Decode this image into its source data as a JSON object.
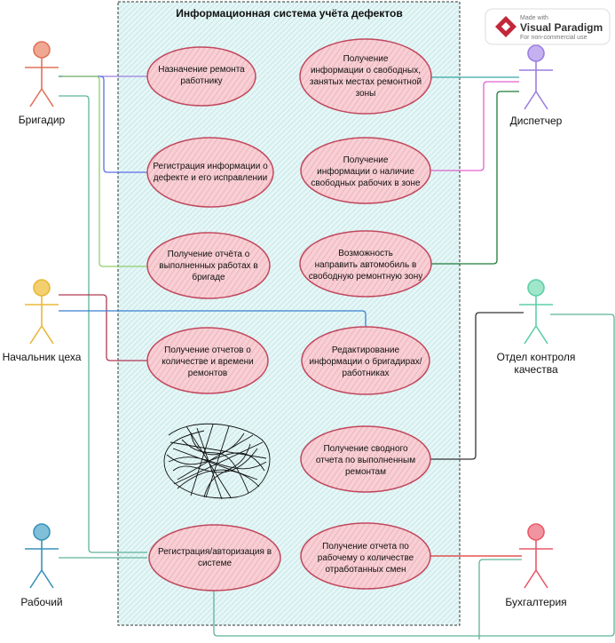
{
  "system": {
    "title": "Информационная система учёта дефектов"
  },
  "watermark": {
    "made_with": "Made with",
    "brand": "Visual Paradigm",
    "note": "For non-commercial use"
  },
  "actors": {
    "foreman": {
      "label": "Бригадир",
      "color": "#e0735a"
    },
    "shop_chief": {
      "label": "Начальник цеха",
      "color": "#e8b83a"
    },
    "worker": {
      "label": "Рабочий",
      "color": "#3a92b8"
    },
    "dispatcher": {
      "label": "Диспетчер",
      "color": "#9b7fe0"
    },
    "quality": {
      "label": "Отдел контроля качества",
      "color": "#5fcfa8"
    },
    "accounting": {
      "label": "Бухгалтерия",
      "color": "#e85a6a"
    }
  },
  "usecases": {
    "uc1": [
      "Назначение ремонта",
      "работнику"
    ],
    "uc2": [
      "Регистрация информации о",
      "дефекте и его исправлении"
    ],
    "uc3": [
      "Получение отчёта о",
      "выполненных работах в",
      "бригаде"
    ],
    "uc4": [
      "Получение отчетов о",
      "количестве и времени",
      "ремонтов"
    ],
    "uc5": [
      "Регистрация/авторизация в",
      "системе"
    ],
    "uc6": [
      "Получение",
      "информации о свободных,",
      "занятых местах ремонтной",
      "зоны"
    ],
    "uc7": [
      "Получение",
      "информации о наличие",
      "свободных рабочих в зоне"
    ],
    "uc8": [
      "Возможность",
      "направить автомобиль в",
      "свободную ремонтную зону"
    ],
    "uc9": [
      "Редактирование",
      "информации о бригадирах/",
      "работниках"
    ],
    "uc10": [
      "Получение сводного",
      "отчета по выполненным",
      "ремонтам"
    ],
    "uc11": [
      "Получение отчета по",
      "рабочему о количестве",
      "отработанных смен"
    ]
  },
  "colors": {
    "usecase_fill": "#f7c9cf",
    "usecase_stroke": "#c0485e",
    "boundary_fill": "#e6f6f6",
    "boundary_stroke": "#333333"
  }
}
